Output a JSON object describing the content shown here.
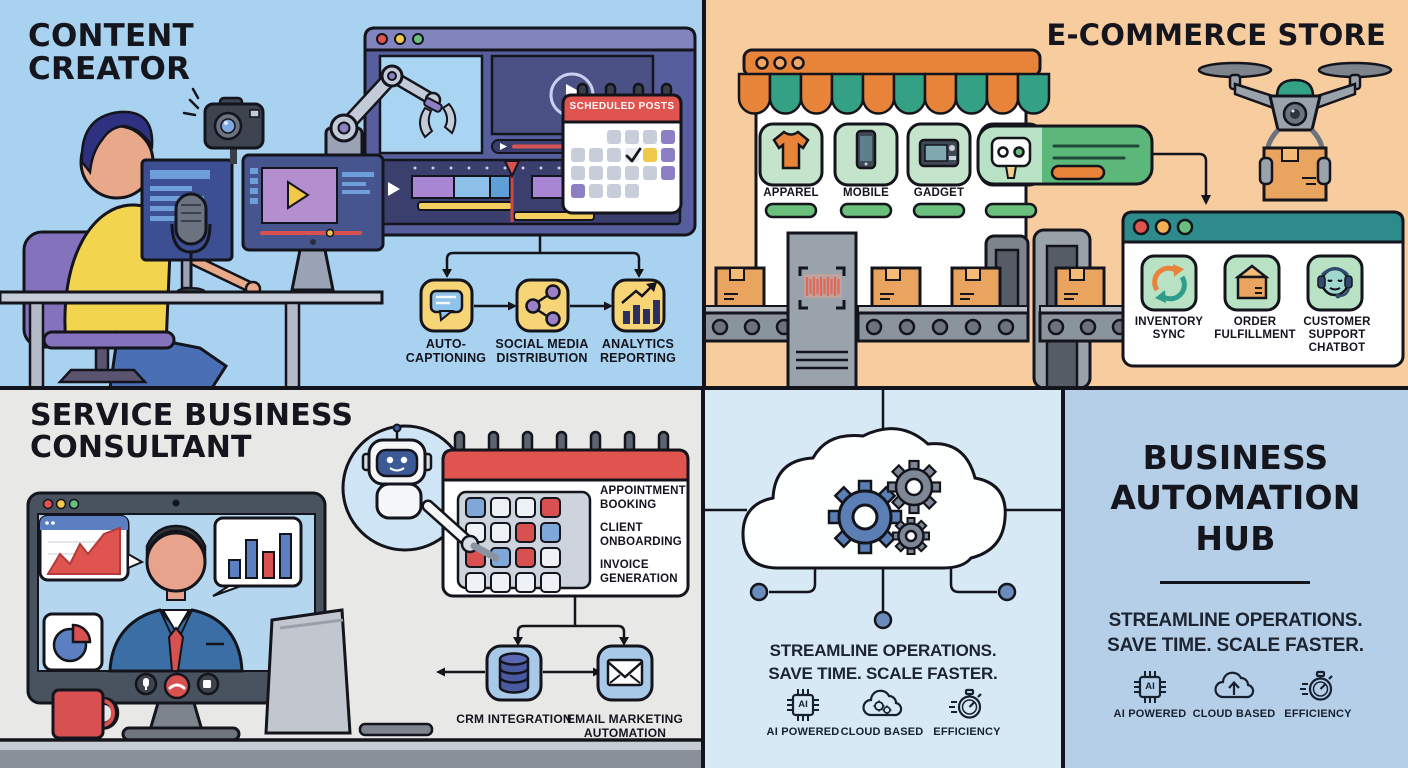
{
  "quadrants": {
    "content_creator": {
      "title": "CONTENT CREATOR",
      "calendar_title": "SCHEDULED POSTS",
      "features": [
        {
          "label": "AUTO-CAPTIONING",
          "icon": "caption-bubble-icon"
        },
        {
          "label": "SOCIAL MEDIA DISTRIBUTION",
          "icon": "share-icon"
        },
        {
          "label": "ANALYTICS REPORTING",
          "icon": "chart-arrow-icon"
        }
      ]
    },
    "ecommerce_store": {
      "title": "E-COMMERCE STORE",
      "categories": [
        {
          "label": "APPAREL",
          "icon": "tshirt-icon"
        },
        {
          "label": "MOBILE",
          "icon": "phone-icon"
        },
        {
          "label": "GADGET",
          "icon": "camera-icon"
        }
      ],
      "features": [
        {
          "label": "INVENTORY SYNC",
          "icon": "sync-arrows-icon"
        },
        {
          "label": "ORDER FULFILLMENT",
          "icon": "package-icon"
        },
        {
          "label": "CUSTOMER SUPPORT CHATBOT",
          "icon": "chatbot-headset-icon"
        }
      ]
    },
    "service_consultant": {
      "title": "SERVICE BUSINESS CONSULTANT",
      "services": [
        {
          "label": "APPOINTMENT BOOKING"
        },
        {
          "label": "CLIENT ONBOARDING"
        },
        {
          "label": "INVOICE GENERATION"
        }
      ],
      "integrations": [
        {
          "label": "CRM INTEGRATION",
          "icon": "database-icon"
        },
        {
          "label": "EMAIL MARKETING AUTOMATION",
          "icon": "envelope-icon"
        }
      ]
    },
    "automation_cloud": {
      "tagline_line1": "STREAMLINE OPERATIONS.",
      "tagline_line2": "SAVE TIME. SCALE FASTER.",
      "chip_text": "AI",
      "badges": [
        {
          "label": "AI POWERED",
          "icon": "ai-chip-icon"
        },
        {
          "label": "CLOUD BASED",
          "icon": "cloud-gears-icon"
        },
        {
          "label": "EFFICIENCY",
          "icon": "stopwatch-icon"
        }
      ]
    },
    "automation_hub": {
      "title": "BUSINESS AUTOMATION HUB",
      "tagline_line1": "STREAMLINE OPERATIONS.",
      "tagline_line2": "SAVE TIME. SCALE FASTER.",
      "chip_text": "AI",
      "badges": [
        {
          "label": "AI POWERED",
          "icon": "ai-chip-icon"
        },
        {
          "label": "CLOUD BASED",
          "icon": "cloud-arrow-icon"
        },
        {
          "label": "EFFICIENCY",
          "icon": "stopwatch-icon"
        }
      ]
    }
  },
  "colors": {
    "outline": "#14141c",
    "accent_red": "#e05450",
    "accent_orange": "#e8833a",
    "accent_teal": "#2e8b8b",
    "accent_green": "#5cb87a",
    "accent_yellow": "#f7d576",
    "accent_purple": "#8d7fc4",
    "accent_blue": "#5b7fb5"
  }
}
